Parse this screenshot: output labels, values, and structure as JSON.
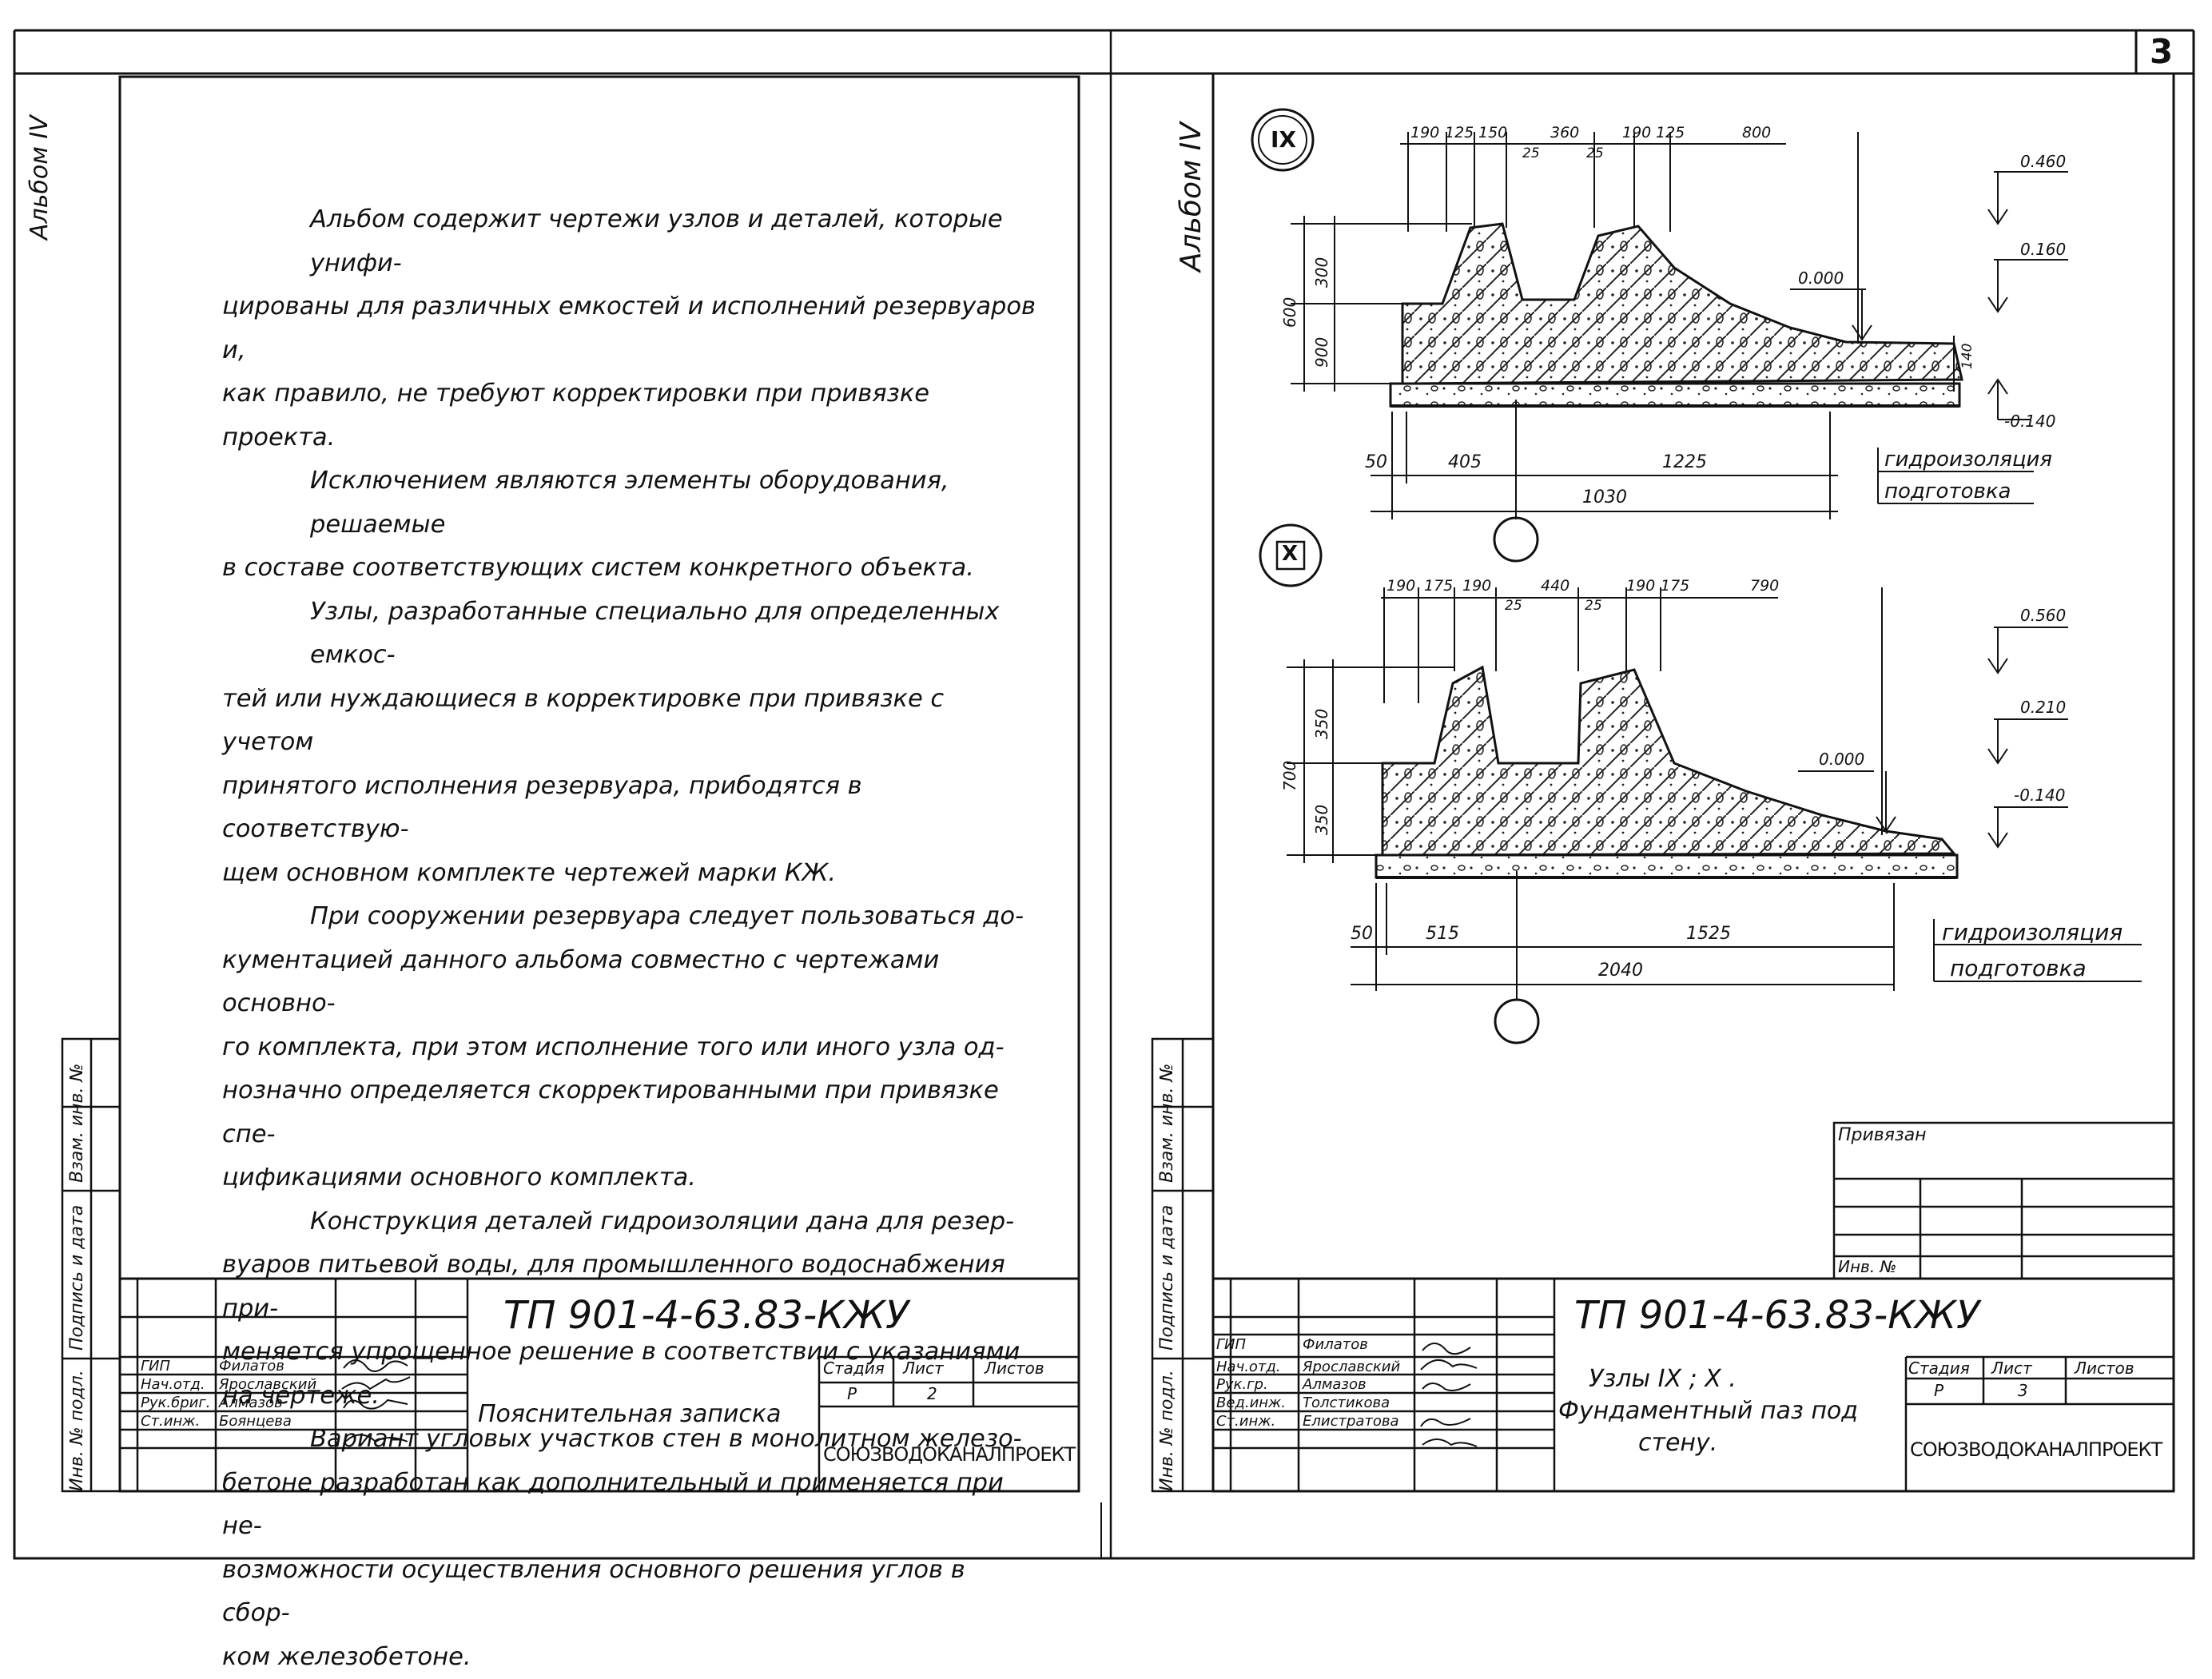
{
  "sheet_number": "3",
  "album_label": "Альбом IV",
  "left_sheet": {
    "note_paragraphs": [
      [
        "Альбом содержит чертежи узлов и деталей, которые унифи-",
        "цированы для различных емкостей и исполнений резервуаров и,",
        "как правило, не требуют корректировки при привязке проекта."
      ],
      [
        "Исключением являются элементы оборудования, решаемые",
        "в составе соответствующих систем конкретного объекта."
      ],
      [
        "Узлы, разработанные специально для определенных емкос-",
        "тей или нуждающиеся в корректировке при привязке с учетом",
        "принятого исполнения резервуара, прибодятся в соответствую-",
        "щем основном комплекте чертежей марки КЖ."
      ],
      [
        "При сооружении резервуара следует пользоваться до-",
        "кументацией данного альбома совместно с чертежами основно-",
        "го комплекта, при этом исполнение того или иного узла од-",
        "нозначно определяется скорректированными при привязке спе-",
        "цификациями основного комплекта."
      ],
      [
        "Конструкция деталей гидроизоляции дана для резер-",
        "вуаров питьевой воды, для промышленного водоснабжения при-",
        "меняется упрощенное решение в соответствии с указаниями",
        "на чертеже."
      ],
      [
        "Вариант угловых участков стен в монолитном железо-",
        "бетоне разработан как дополнительный и применяется при не-",
        "возможности осуществления основного решения углов в сбор-",
        "ком железобетоне."
      ]
    ],
    "title_block": {
      "code": "ТП 901-4-63.83-КЖУ",
      "sheet_title": "Пояснительная записка",
      "stage_label": "Стадия",
      "sheet_label": "Лист",
      "sheets_label": "Листов",
      "stage": "Р",
      "sheet": "2",
      "org": "СОЮЗВОДОКАНАЛПРОЕКТ",
      "roles": [
        "ГИП",
        "Нач.отд.",
        "Рук.бриг.",
        "Ст.инж."
      ],
      "names": [
        "Филатов",
        "Ярославский",
        "Алмазов",
        "Боянцева"
      ]
    }
  },
  "side_stamp": {
    "inv_orig": "Инв. № подл.",
    "sign_date": "Подпись и дата",
    "inv_repl": "Взам. инв. №"
  },
  "right_sheet": {
    "node_ix": {
      "label": "IX",
      "top_dims": [
        "190",
        "125",
        "150",
        "360",
        "190",
        "125",
        "800"
      ],
      "small_dims": [
        "25",
        "25"
      ],
      "vert_dims": [
        "600",
        "300",
        "900",
        "140"
      ],
      "levels": [
        "0.460",
        "0.160",
        "0.000",
        "-0.140"
      ],
      "bottom_dims": [
        "50",
        "405",
        "1225",
        "1030"
      ],
      "notes": [
        "гидроизоляция",
        "подготовка"
      ]
    },
    "node_x": {
      "label": "X",
      "top_dims": [
        "190",
        "175",
        "190",
        "440",
        "190",
        "175",
        "790"
      ],
      "small_dims": [
        "25",
        "25"
      ],
      "vert_dims": [
        "700",
        "350",
        "350"
      ],
      "levels": [
        "0.560",
        "0.210",
        "0.000",
        "-0.140"
      ],
      "bottom_dims": [
        "50",
        "515",
        "1525",
        "2040"
      ],
      "notes": [
        "гидроизоляция",
        "подготовка"
      ]
    },
    "bind_block": {
      "title": "Привязан",
      "inv": "Инв. №"
    },
    "title_block": {
      "code": "ТП 901-4-63.83-КЖУ",
      "sheet_title_1": "Узлы IX ; X .",
      "sheet_title_2": "Фундаментный паз под",
      "sheet_title_3": "стену.",
      "stage_label": "Стадия",
      "sheet_label": "Лист",
      "sheets_label": "Листов",
      "stage": "Р",
      "sheet": "3",
      "org": "СОЮЗВОДОКАНАЛПРОЕКТ",
      "roles": [
        "ГИП",
        "Нач.отд.",
        "Рук.гр.",
        "Вед.инж.",
        "Ст.инж."
      ],
      "names": [
        "Филатов",
        "Ярославский",
        "Алмазов",
        "Толстикова",
        "Елистратова"
      ]
    }
  }
}
